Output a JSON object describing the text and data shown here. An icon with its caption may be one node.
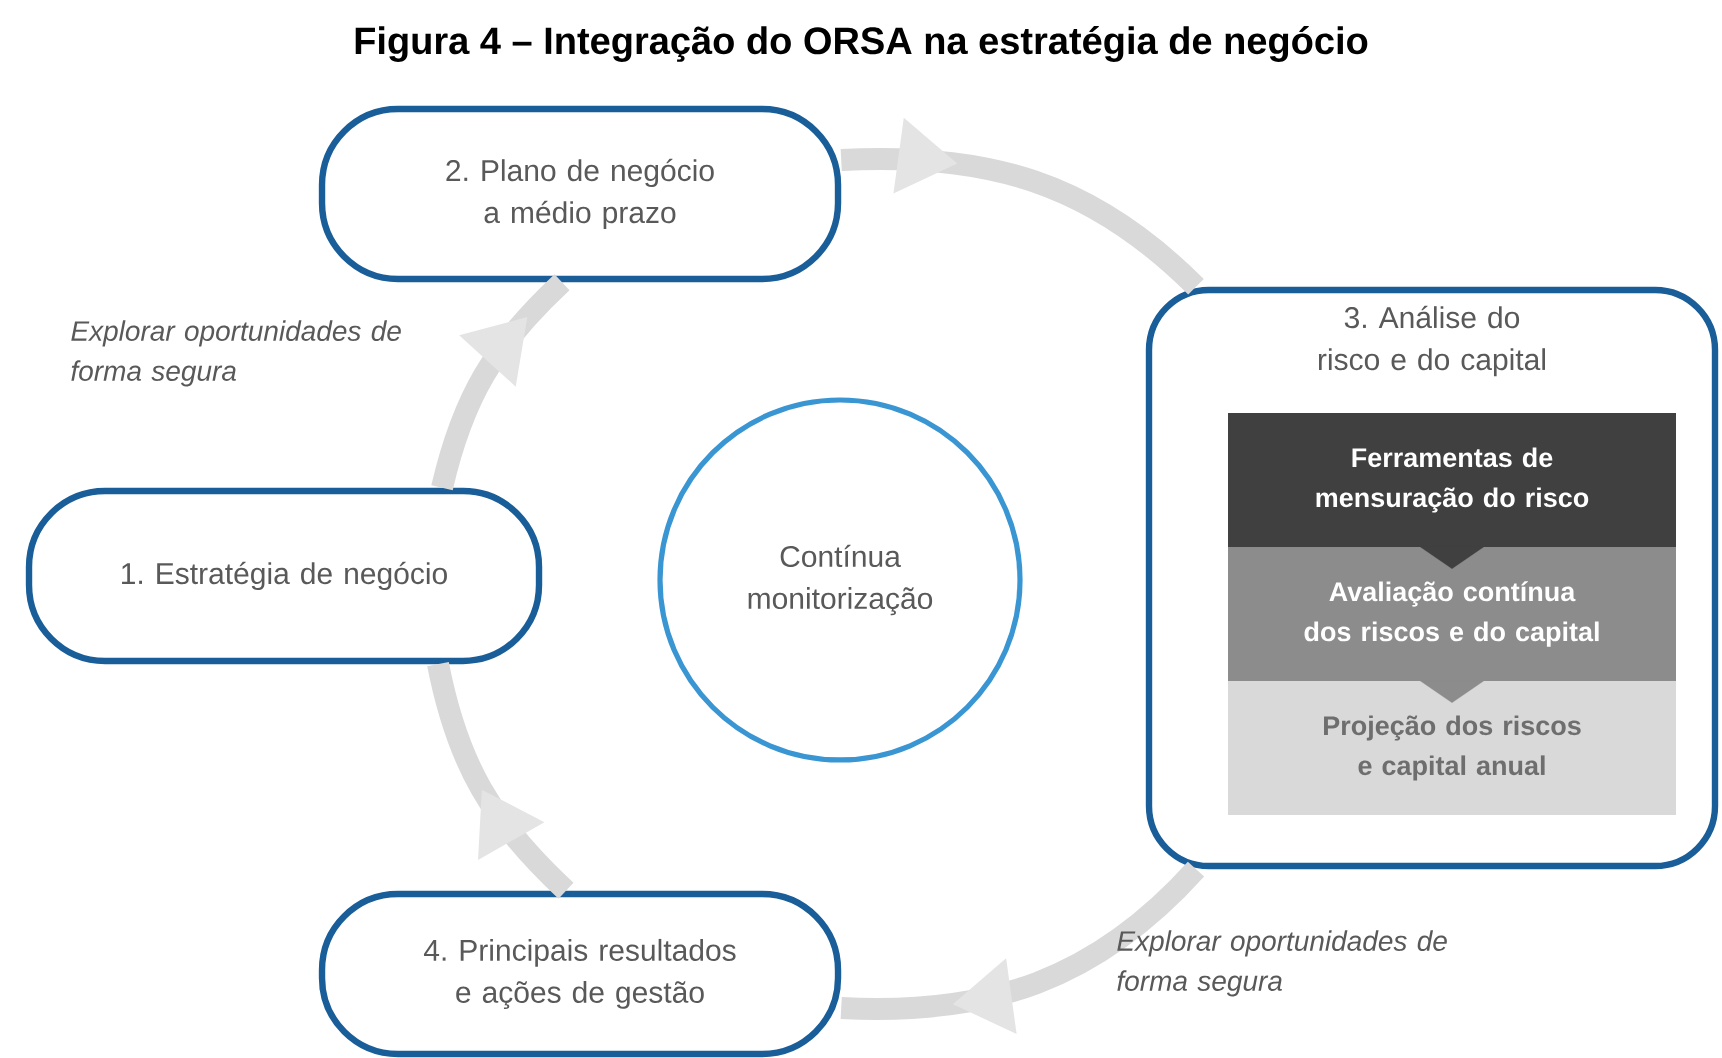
{
  "diagram": {
    "title": "Figura 4 – Integração do ORSA na estratégia de negócio",
    "nodes": [
      {
        "text": [
          "1. Estratégia de negócio"
        ]
      },
      {
        "text": [
          "2. Plano de negócio a médio prazo"
        ]
      },
      {
        "text": [
          "3. Análise do risco e do capital"
        ]
      },
      {
        "text": [
          "Ferramentas de mensuração do risco"
        ],
        "in": 2
      },
      {
        "text": [
          "Avaliação contínua dos riscos e do capital"
        ],
        "in": 2
      },
      {
        "text": [
          "Projeção dos riscos e capital anual"
        ],
        "in": 2
      },
      {
        "text": [
          "4. Principais resultados e ações de gestão"
        ]
      },
      {
        "text": [
          "Contínua monitorização"
        ]
      }
    ],
    "edges": [
      {
        "from": 0,
        "to": 1,
        "arrow": "to"
      },
      {
        "from": 1,
        "to": 2,
        "arrow": "to"
      },
      {
        "from": 2,
        "to": 6,
        "arrow": "to"
      },
      {
        "from": 6,
        "to": 0,
        "arrow": "to"
      },
      {
        "from": 3,
        "to": 4,
        "arrow": "to",
        "color": "#404040"
      },
      {
        "from": 4,
        "to": 5,
        "arrow": "to",
        "color": "#8c8c8c"
      }
    ],
    "labels": [
      "Explorar oportunidades de forma segura",
      "Explorar oportunidades de forma segura"
    ]
  }
}
